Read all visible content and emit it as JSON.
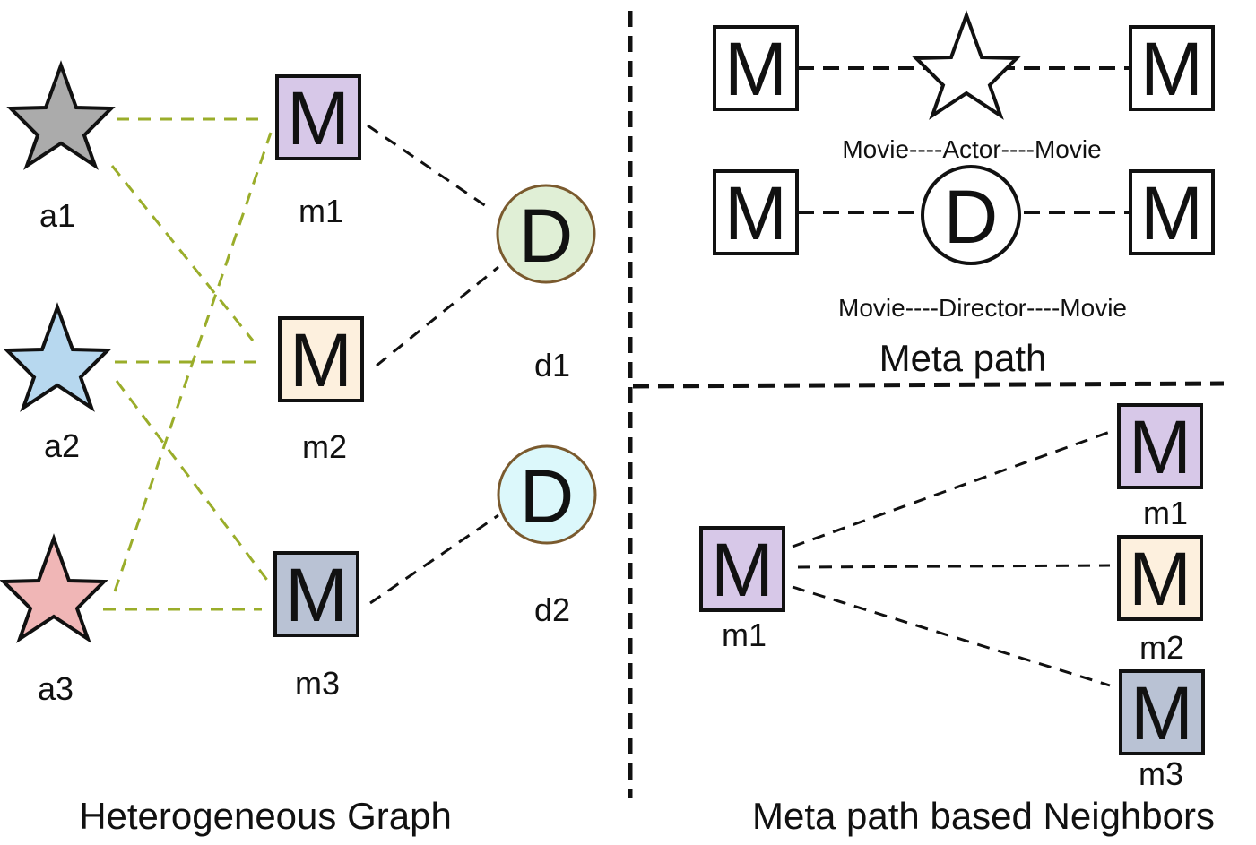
{
  "colors": {
    "actor_edge": "#9aad2a",
    "edge": "#111111",
    "a1": "#ababab",
    "a2": "#b7d8ef",
    "a3": "#f0b6b6",
    "m1": "#d7c8e8",
    "m2": "#fdf0de",
    "m3": "#b9c2d4",
    "d1": "#e0efd6",
    "d2": "#dcf8fb",
    "d_stroke": "#7a5a2e"
  },
  "heterogeneous_graph": {
    "caption": "Heterogeneous Graph",
    "actors": [
      {
        "id": "a1",
        "label": "a1"
      },
      {
        "id": "a2",
        "label": "a2"
      },
      {
        "id": "a3",
        "label": "a3"
      }
    ],
    "movies": [
      {
        "id": "m1",
        "label": "m1",
        "letter": "M"
      },
      {
        "id": "m2",
        "label": "m2",
        "letter": "M"
      },
      {
        "id": "m3",
        "label": "m3",
        "letter": "M"
      }
    ],
    "directors": [
      {
        "id": "d1",
        "label": "d1",
        "letter": "D"
      },
      {
        "id": "d2",
        "label": "d2",
        "letter": "D"
      }
    ]
  },
  "meta_path": {
    "caption": "Meta path",
    "paths": [
      {
        "left": "M",
        "middle_type": "star",
        "right": "M",
        "label": "Movie----Actor----Movie"
      },
      {
        "left": "M",
        "middle_type": "circle",
        "middle_letter": "D",
        "right": "M",
        "label": "Movie----Director----Movie"
      }
    ]
  },
  "neighbors": {
    "caption": "Meta path based Neighbors",
    "source": {
      "label": "m1",
      "letter": "M"
    },
    "targets": [
      {
        "label": "m1",
        "letter": "M"
      },
      {
        "label": "m2",
        "letter": "M"
      },
      {
        "label": "m3",
        "letter": "M"
      }
    ]
  }
}
